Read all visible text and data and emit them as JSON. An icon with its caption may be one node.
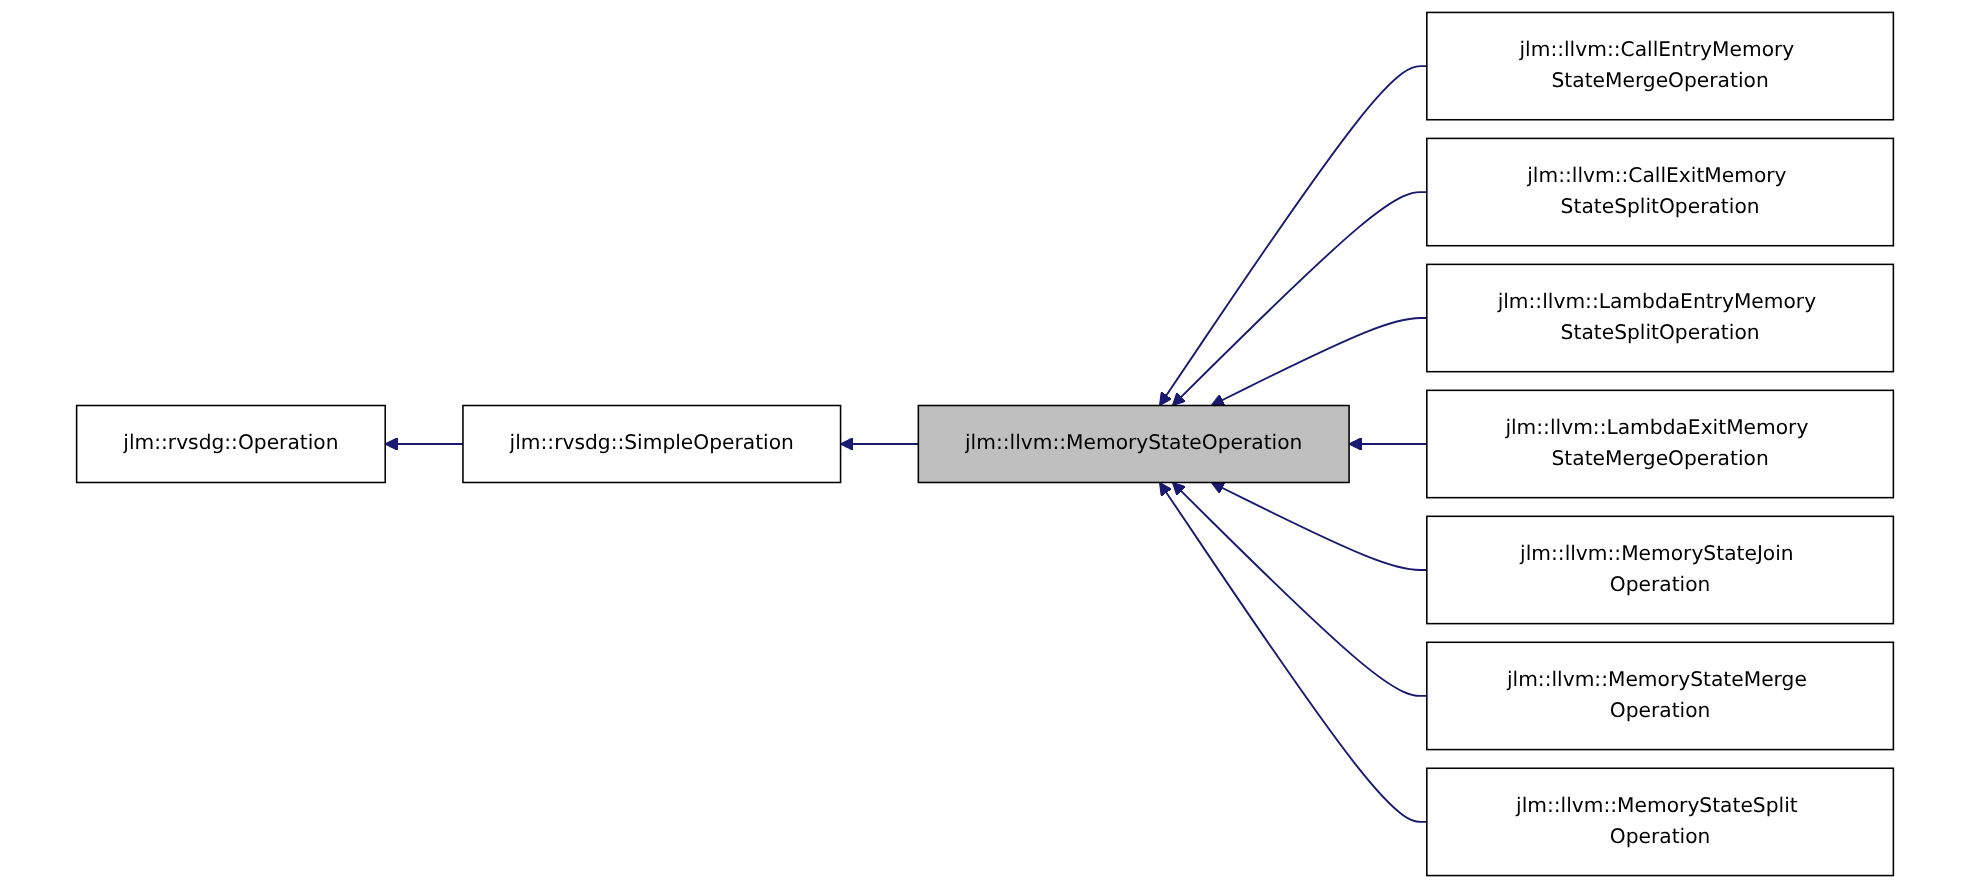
{
  "diagram": {
    "nodes": [
      {
        "text": [
          "jlm::rvsdg::Operation"
        ]
      },
      {
        "text": [
          "jlm::rvsdg::SimpleOperation"
        ]
      },
      {
        "text": [
          "jlm::llvm::MemoryStateOperation"
        ]
      },
      {
        "text": [
          "jlm::llvm::CallEntryMemory StateMergeOperation"
        ]
      },
      {
        "text": [
          "jlm::llvm::CallExitMemory StateSplitOperation"
        ]
      },
      {
        "text": [
          "jlm::llvm::LambdaEntryMemory StateSplitOperation"
        ]
      },
      {
        "text": [
          "jlm::llvm::LambdaExitMemory StateMergeOperation"
        ]
      },
      {
        "text": [
          "jlm::llvm::MemoryStateJoin Operation"
        ]
      },
      {
        "text": [
          "jlm::llvm::MemoryStateMerge Operation"
        ]
      },
      {
        "text": [
          "jlm::llvm::MemoryStateSplit Operation"
        ]
      }
    ],
    "edges": [
      {
        "from": 1,
        "to": 0,
        "arrow": "to"
      },
      {
        "from": 2,
        "to": 1,
        "arrow": "to"
      },
      {
        "from": 3,
        "to": 2,
        "arrow": "to"
      },
      {
        "from": 4,
        "to": 2,
        "arrow": "to"
      },
      {
        "from": 5,
        "to": 2,
        "arrow": "to"
      },
      {
        "from": 6,
        "to": 2,
        "arrow": "to"
      },
      {
        "from": 7,
        "to": 2,
        "arrow": "to"
      },
      {
        "from": 8,
        "to": 2,
        "arrow": "to"
      },
      {
        "from": 9,
        "to": 2,
        "arrow": "to"
      }
    ]
  }
}
